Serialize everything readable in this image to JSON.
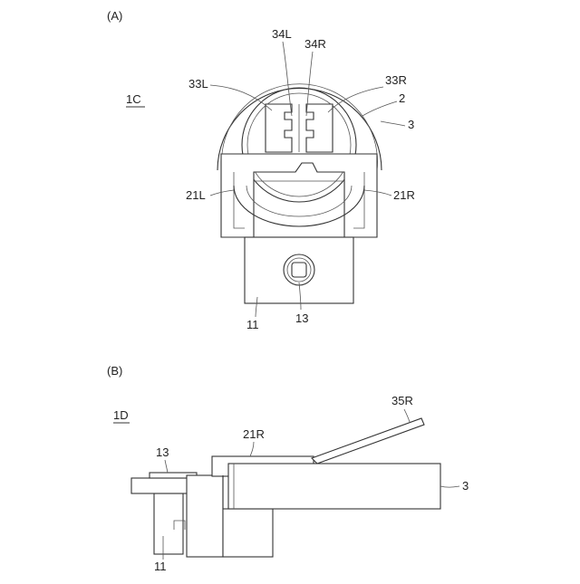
{
  "panel_a": {
    "label": "(A)",
    "model_label": "1C",
    "labels": {
      "l34L": "34L",
      "l34R": "34R",
      "l33L": "33L",
      "l33R": "33R",
      "l2": "2",
      "l3": "3",
      "l21L": "21L",
      "l21R": "21R",
      "l11": "11",
      "l13": "13"
    }
  },
  "panel_b": {
    "label": "(B)",
    "model_label": "1D",
    "labels": {
      "l35R": "35R",
      "l21R": "21R",
      "l13": "13",
      "l3": "3",
      "l11": "11"
    }
  },
  "colors": {
    "line": "#333333",
    "background": "#ffffff"
  }
}
